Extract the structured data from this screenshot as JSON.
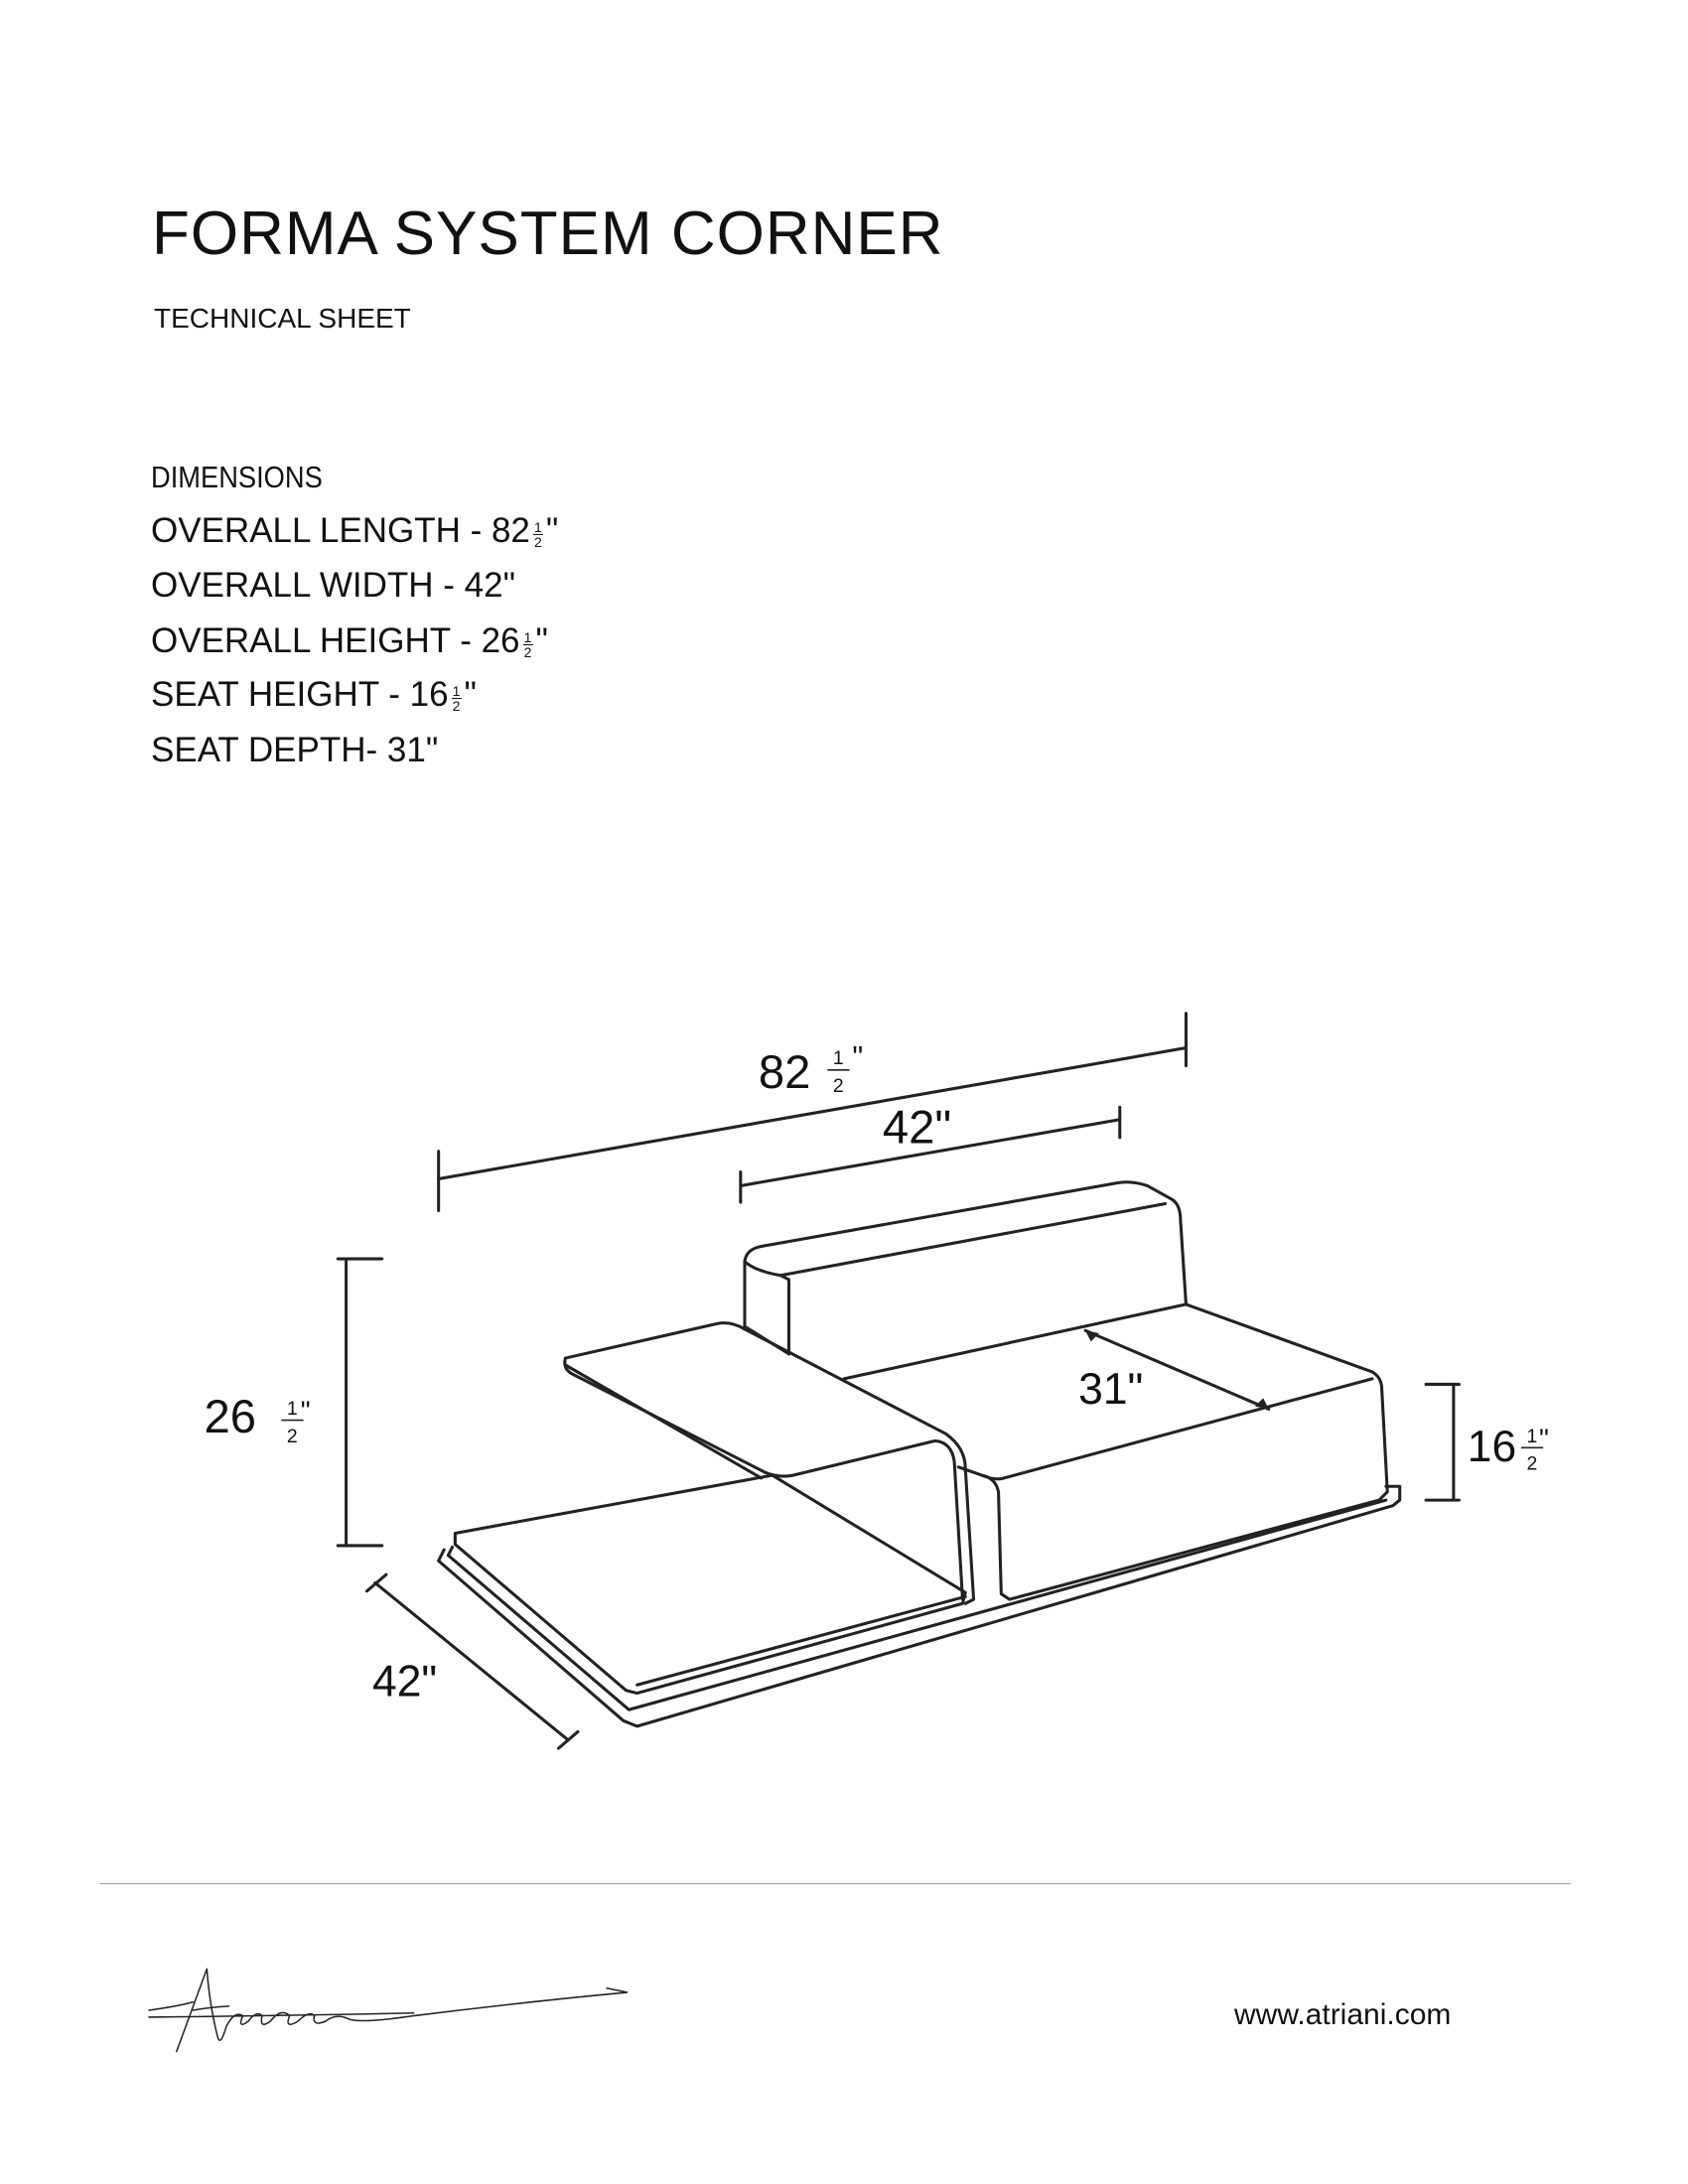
{
  "header": {
    "title": "FORMA SYSTEM CORNER",
    "subtitle": "TECHNICAL SHEET"
  },
  "dimensions": {
    "heading": "DIMENSIONS",
    "items": [
      {
        "text": "OVERALL LENGTH - 82",
        "num": "1",
        "den": "2",
        "unit": "\""
      },
      {
        "text": "OVERALL WIDTH - 42\"",
        "num": null,
        "den": null,
        "unit": null
      },
      {
        "text": "OVERALL HEIGHT - 26",
        "num": "1",
        "den": "2",
        "unit": "\""
      },
      {
        "text": "SEAT HEIGHT - 16",
        "num": "1",
        "den": "2",
        "unit": "\""
      },
      {
        "text": "SEAT DEPTH- 31\"",
        "num": null,
        "den": null,
        "unit": null
      }
    ]
  },
  "drawing": {
    "length_whole": "82",
    "length_num": "1",
    "length_den": "2",
    "length_unit": "\"",
    "back_width": "42\"",
    "height_whole": "26",
    "height_num": "1",
    "height_den": "2",
    "height_unit": "\"",
    "seat_height_whole": "16",
    "seat_height_num": "1",
    "seat_height_den": "2",
    "seat_height_unit": "\"",
    "seat_depth": "31\"",
    "depth": "42\""
  },
  "footer": {
    "logo": "Atriani",
    "url": "www.atriani.com"
  }
}
